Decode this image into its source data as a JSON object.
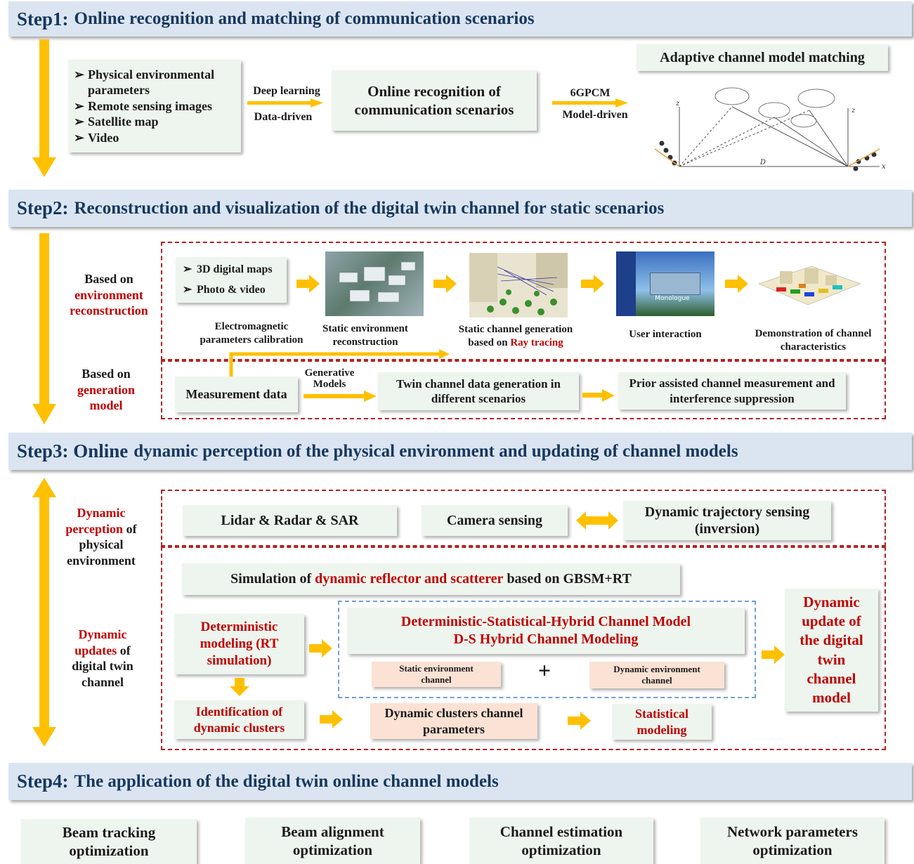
{
  "step1": {
    "label": "Step1:",
    "title": "Online recognition and matching of communication scenarios",
    "inputs": [
      "Physical environmental parameters",
      "Remote sensing images",
      "Satellite map",
      "Video"
    ],
    "arrow1_top": "Deep learning",
    "arrow1_bottom": "Data-driven",
    "recognition_box": "Online recognition of communication scenarios",
    "arrow2_top": "6GPCM",
    "arrow2_bottom": "Model-driven",
    "matching_title": "Adaptive channel model matching"
  },
  "step2": {
    "label": "Step2:",
    "title": "Reconstruction and visualization of the digital twin channel for static scenarios",
    "side_env": {
      "line1": "Based on",
      "line2": "environment",
      "line3": "reconstruction"
    },
    "side_gen": {
      "line1": "Based on",
      "line2": "generation",
      "line3": "model"
    },
    "input_items": [
      "3D digital maps",
      "Photo & video"
    ],
    "em_calibration": "Electromagnetic parameters calibration",
    "static_env": "Static environment reconstruction",
    "static_channel_a": "Static channel generation based on",
    "static_channel_b": "Ray tracing",
    "user_interaction": "User interaction",
    "demo": "Demonstration of channel characteristics",
    "measurement": "Measurement data",
    "generative": "Generative Models",
    "twin_gen": "Twin channel data generation in different scenarios",
    "prior": "Prior assisted channel measurement and interference suppression",
    "ui_caption": "Monologue"
  },
  "step3": {
    "label": "Step3: Online",
    "title": "dynamic perception of the physical environment and updating of  channel models",
    "side_perception": {
      "red": "Dynamic perception",
      "black": "of physical environment"
    },
    "side_updates": {
      "red": "Dynamic updates",
      "black": "of digital twin channel"
    },
    "lidar": "Lidar & Radar & SAR",
    "camera": "Camera sensing",
    "trajectory": "Dynamic trajectory sensing (inversion)",
    "simulation_a": "Simulation of",
    "simulation_b": "dynamic reflector and scatterer",
    "simulation_c": "based on GBSM+RT",
    "deterministic": "Deterministic modeling (RT simulation)",
    "hybrid_line1": "Deterministic-Statistical-Hybrid Channel Model",
    "hybrid_line2": "D-S Hybrid Channel Modeling",
    "static_env_channel": "Static environment channel",
    "plus": "+",
    "dynamic_env_channel": "Dynamic environment channel",
    "identification": "Identification of dynamic clusters",
    "dyn_clusters": "Dynamic clusters channel parameters",
    "statistical": "Statistical modeling",
    "dynamic_update": "Dynamic update of the digital twin channel model"
  },
  "step4": {
    "label": "Step4:",
    "title": "The application of the digital twin online channel models",
    "apps": [
      "Beam tracking optimization",
      "Beam alignment optimization",
      "Channel estimation optimization",
      "Network parameters optimization"
    ]
  },
  "colors": {
    "banner_bg": "#dbe5f1",
    "banner_text": "#17375e",
    "box_bg": "#eef5ee",
    "peach": "#fbe2d4",
    "arrow": "#ffc000",
    "red": "#c00000",
    "dash_blue": "#6fa0d8"
  }
}
